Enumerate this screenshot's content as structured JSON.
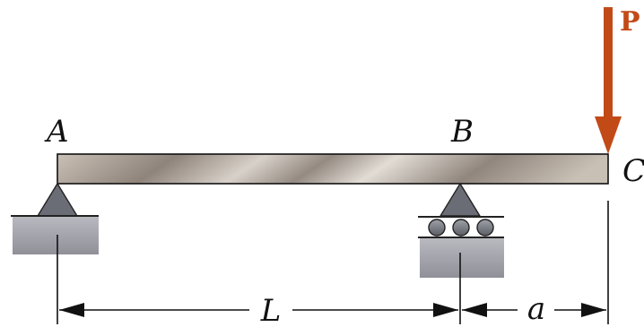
{
  "labels": {
    "point_a": "A",
    "point_b": "B",
    "point_c": "C",
    "load": "P",
    "span_length": "L",
    "overhang_length": "a"
  },
  "colors": {
    "load_arrow": "#c24a17",
    "beam_light": "#d4ccc3",
    "beam_dark": "#8a7f76",
    "support": "#6e7079",
    "ground": "#a9aab1",
    "ink": "#111111"
  }
}
